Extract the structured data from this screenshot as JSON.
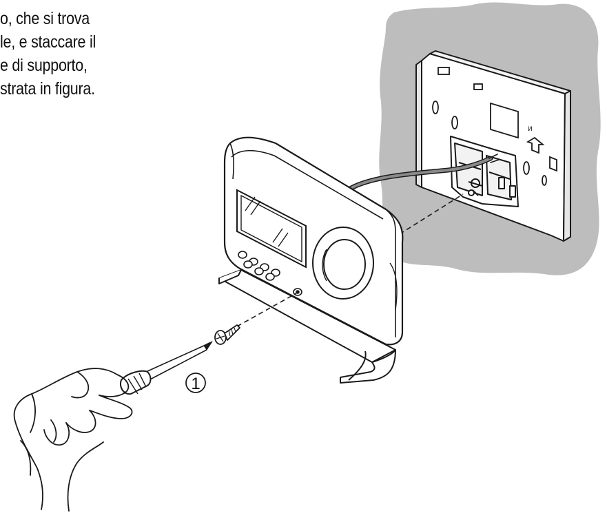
{
  "instruction": {
    "lines": [
      "o, che si trova",
      "le, e staccare  il",
      "e di supporto,",
      "strata in figura."
    ]
  },
  "figure": {
    "step_number": "1",
    "arrow_symbol": "⇧",
    "wall_mark": "И"
  },
  "colors": {
    "wall": "#bdbdbd",
    "line": "#1a1a1a",
    "paper": "#ffffff"
  }
}
